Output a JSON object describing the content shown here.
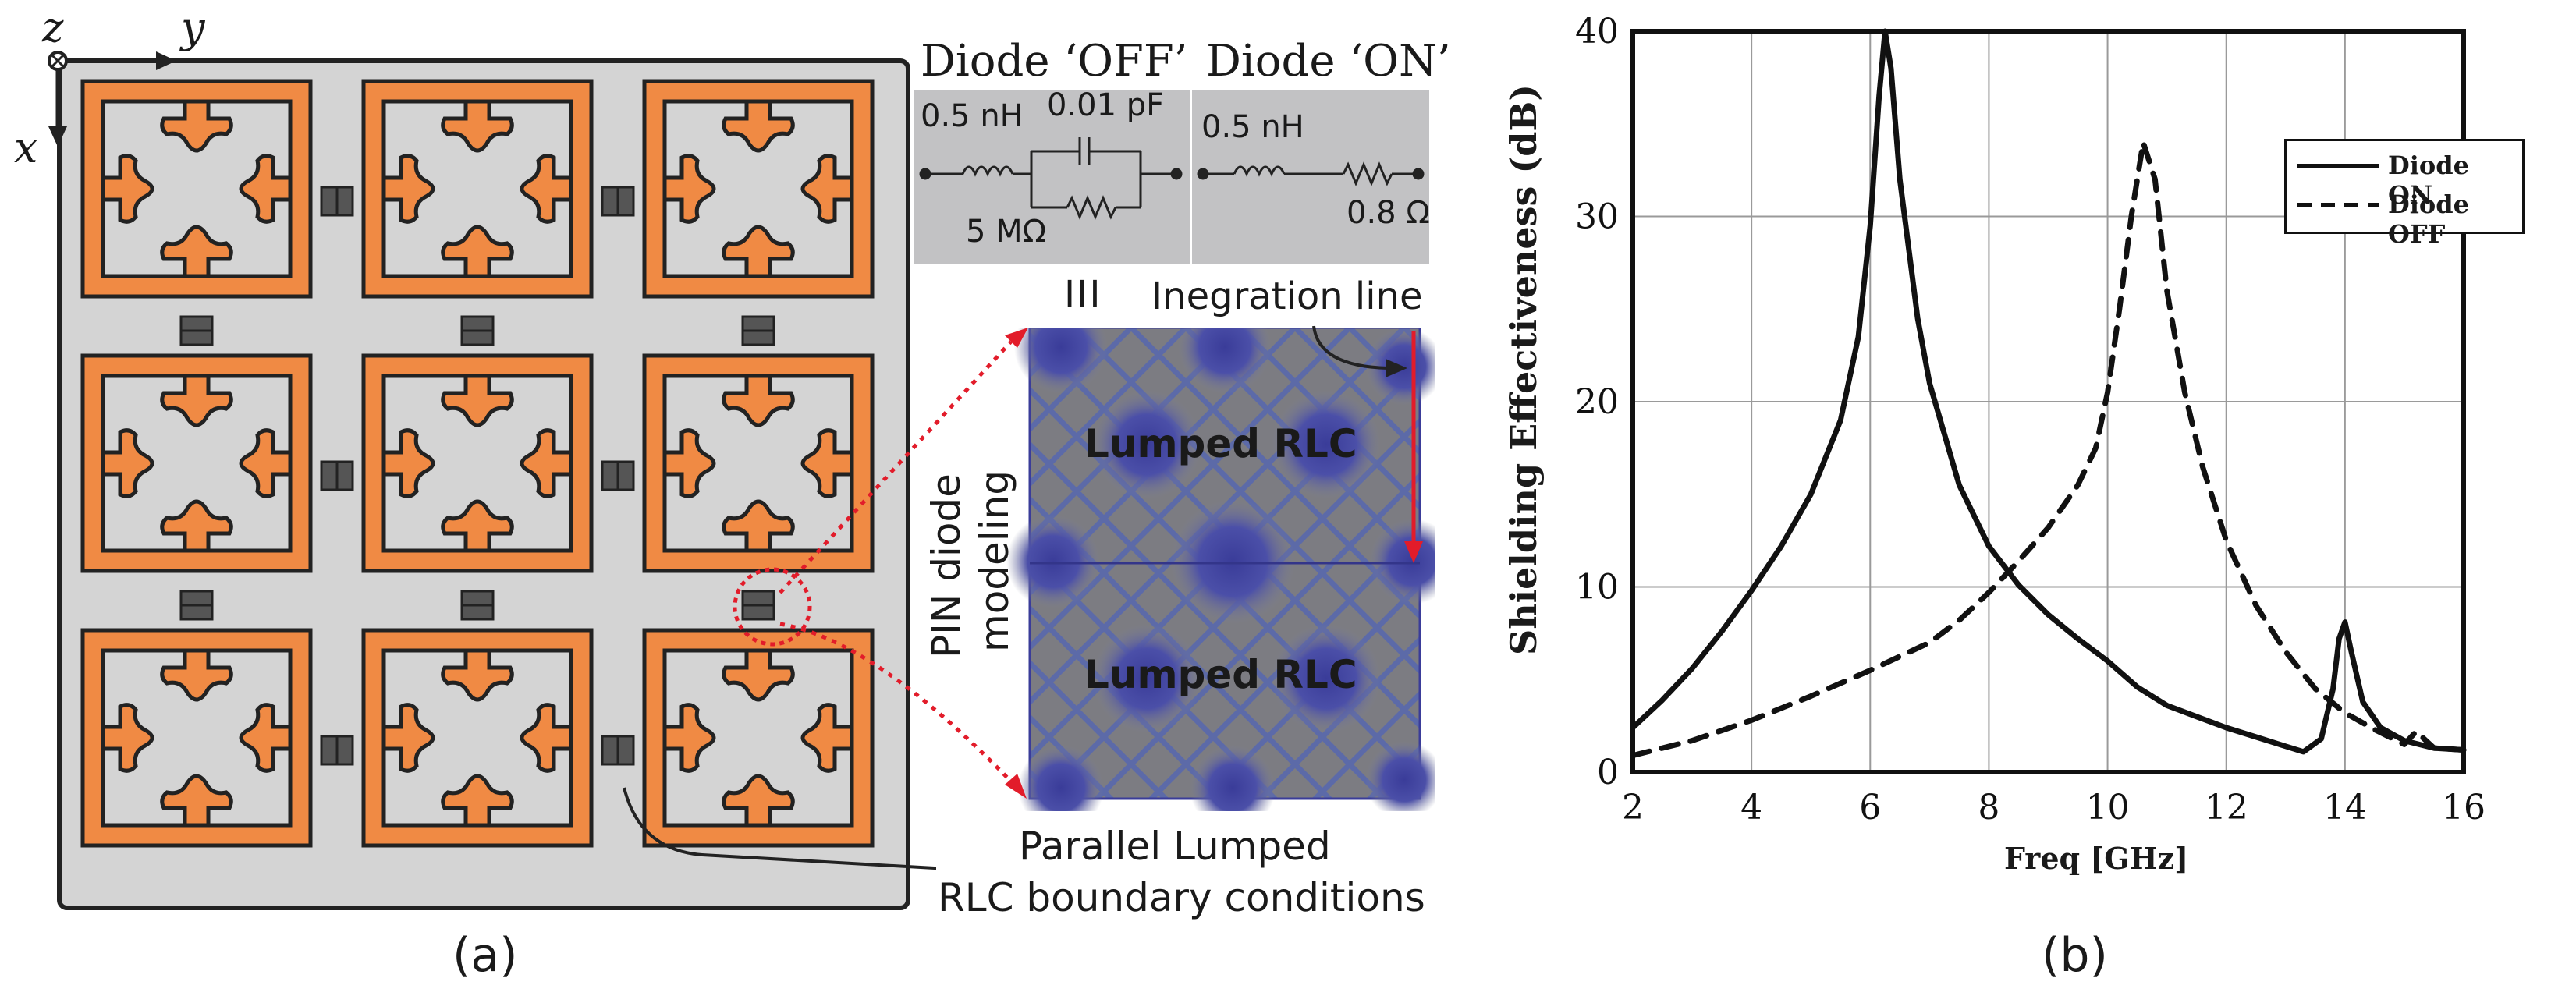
{
  "panel_a": {
    "axis_z": "z",
    "axis_y": "y",
    "axis_x": "x",
    "diode_off_title": "Diode ‘OFF’",
    "diode_on_title": "Diode ‘ON’",
    "off_inductance": "0.5 nH",
    "off_capacitance": "0.01 pF",
    "off_resistance": "5 MΩ",
    "on_inductance": "0.5 nH",
    "on_resistance": "0.8 Ω",
    "port_mark": "III",
    "integration_line": "Inegration line",
    "lumped_top": "Lumped RLC",
    "lumped_bottom": "Lumped RLC",
    "pin_diode_line1": "PIN diode",
    "pin_diode_line2": "modeling",
    "parallel_line1": "Parallel Lumped",
    "parallel_line2": "RLC boundary conditions",
    "caption": "(a)",
    "colors": {
      "patch": "#f08a44",
      "substrate": "#d4d4d4",
      "diode": "#555555",
      "highlight": "#e21c2a"
    }
  },
  "panel_b": {
    "caption": "(b)",
    "chart_data": {
      "type": "line",
      "xlabel": "Freq [GHz]",
      "ylabel": "Shielding Effectiveness (dB)",
      "xlim": [
        2,
        16
      ],
      "ylim": [
        0,
        40
      ],
      "xticks": [
        "2",
        "4",
        "6",
        "8",
        "10",
        "12",
        "14",
        "16"
      ],
      "yticks": [
        "0",
        "10",
        "20",
        "30",
        "40"
      ],
      "grid": true,
      "legend": "top-right",
      "series": [
        {
          "name": "Diode ON",
          "style": "solid",
          "x": [
            2,
            2.5,
            3,
            3.5,
            4,
            4.5,
            5,
            5.5,
            5.8,
            6,
            6.15,
            6.25,
            6.35,
            6.5,
            6.8,
            7,
            7.5,
            8,
            8.5,
            9,
            9.5,
            10,
            10.5,
            11,
            11.5,
            12,
            12.5,
            13,
            13.3,
            13.6,
            13.8,
            13.9,
            14,
            14.1,
            14.3,
            14.6,
            15,
            15.5,
            16
          ],
          "y": [
            2.4,
            3.9,
            5.6,
            7.6,
            9.8,
            12.2,
            15.0,
            19.0,
            23.5,
            29.5,
            36.5,
            40,
            38,
            32,
            24.5,
            21,
            15.5,
            12.2,
            10.1,
            8.5,
            7.2,
            6.0,
            4.6,
            3.6,
            3.0,
            2.4,
            1.9,
            1.4,
            1.1,
            1.8,
            4.5,
            7.2,
            8.1,
            6.6,
            3.8,
            2.4,
            1.7,
            1.3,
            1.2
          ]
        },
        {
          "name": "Diode OFF",
          "style": "dashed",
          "x": [
            2,
            3,
            4,
            5,
            6,
            7,
            7.5,
            8,
            8.5,
            9,
            9.5,
            9.8,
            10,
            10.2,
            10.4,
            10.6,
            10.8,
            11,
            11.3,
            11.6,
            12,
            12.5,
            13,
            13.5,
            14,
            14.5,
            15,
            15.2,
            15.5,
            16
          ],
          "y": [
            0.9,
            1.7,
            2.8,
            4.1,
            5.5,
            7.0,
            8.2,
            9.7,
            11.4,
            13.2,
            15.5,
            17.5,
            20.5,
            25.0,
            30.0,
            34.0,
            32.0,
            26.0,
            20.5,
            16.5,
            12.5,
            9.0,
            6.5,
            4.5,
            3.2,
            2.3,
            1.5,
            2.2,
            1.3,
            1.2
          ]
        }
      ]
    }
  }
}
